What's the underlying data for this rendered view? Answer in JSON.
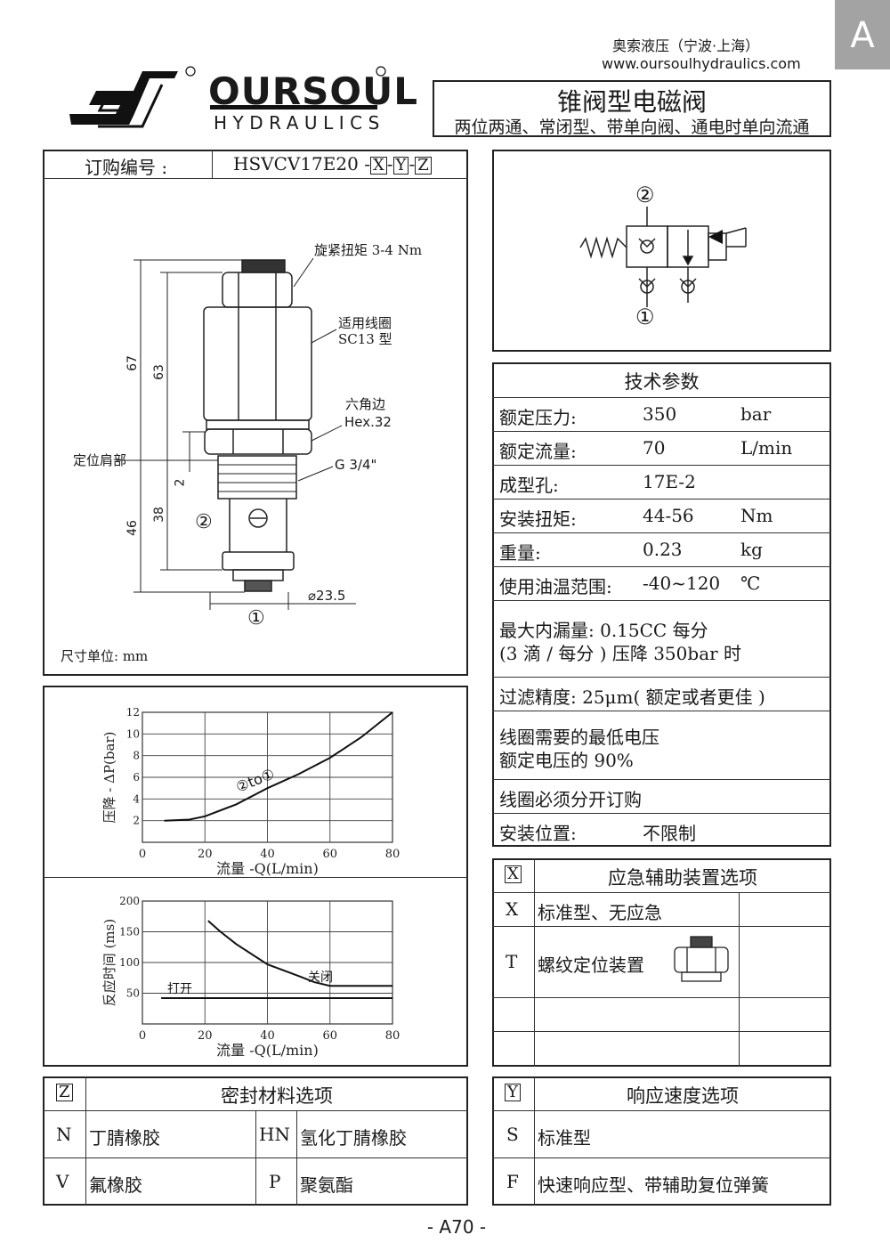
{
  "tab_letter": "A",
  "company": {
    "name_cn": "奥索液压（宁波·上海）",
    "website": "www.oursoulhydraulics.com",
    "brand": "OURSOUL",
    "brand_sub": "HYDRAULICS",
    "registered": "®"
  },
  "title": {
    "main": "锥阀型电磁阀",
    "sub": "两位两通、常闭型、带单向阀、通电时单向流通"
  },
  "order": {
    "label": "订购编号 :",
    "code": "HSVCV17E20 -",
    "x": "X",
    "y": "Y",
    "z": "Z",
    "dash": "-"
  },
  "drawing": {
    "torque": "旋紧扭矩 3-4 Nm",
    "coil1": "适用线圈",
    "coil2": "SC13 型",
    "hex1": "六角边",
    "hex2": "Hex.32",
    "shoulder": "定位肩部",
    "thread": "G 3/4\"",
    "dia": "23.5",
    "dim67": "67",
    "dim63": "63",
    "dim46": "46",
    "dim38": "38",
    "dim2": "2",
    "port2": "②",
    "port1": "①",
    "unit": "尺寸单位:  mm"
  },
  "symbol": {
    "port2": "②",
    "port1": "①"
  },
  "tech": {
    "title": "技术参数",
    "rows": [
      {
        "label": "额定压力:",
        "value": "350",
        "unit": "bar"
      },
      {
        "label": "额定流量:",
        "value": "70",
        "unit": "L/min"
      },
      {
        "label": "成型孔:",
        "value": "17E-2",
        "unit": ""
      },
      {
        "label": "安装扭矩:",
        "value": "44-56",
        "unit": "Nm"
      },
      {
        "label": "重量:",
        "value": "0.23",
        "unit": "kg"
      },
      {
        "label": "使用油温范围:",
        "value": "-40~120",
        "unit": "℃"
      }
    ],
    "leak1": "最大内漏量:  0.15CC 每分",
    "leak2": "(3 滴 / 每分 ) 压降 350bar 时",
    "filter": "过滤精度: 25μm( 额定或者更佳 )",
    "volt1": "线圈需要的最低电压",
    "volt2": "额定电压的 90%",
    "coil_order": "线圈必须分开订购",
    "pos_label": "安装位置:",
    "pos_value": "不限制"
  },
  "x_options": {
    "key": "X",
    "title": "应急辅助装置选项",
    "rows": [
      {
        "code": "X",
        "desc": "标准型、无应急"
      },
      {
        "code": "T",
        "desc": "螺纹定位装置"
      }
    ]
  },
  "z_options": {
    "key": "Z",
    "title": "密封材料选项",
    "rows": [
      {
        "c1": "N",
        "d1": "丁腈橡胶",
        "c2": "HN",
        "d2": "氢化丁腈橡胶"
      },
      {
        "c1": "V",
        "d1": "氟橡胶",
        "c2": "P",
        "d2": "聚氨酯"
      }
    ]
  },
  "y_options": {
    "key": "Y",
    "title": "响应速度选项",
    "rows": [
      {
        "code": "S",
        "desc": "标准型"
      },
      {
        "code": "F",
        "desc": "快速响应型、带辅助复位弹簧"
      }
    ]
  },
  "footer": "- A70 -",
  "chart_data": [
    {
      "type": "line",
      "title": "",
      "xlabel": "流量 -Q(L/min)",
      "ylabel": "压降 - ΔP(bar)",
      "xlim": [
        0,
        80
      ],
      "ylim": [
        0,
        12
      ],
      "xticks": [
        "0",
        "20",
        "40",
        "60",
        "80"
      ],
      "yticks": [
        "2",
        "4",
        "6",
        "8",
        "10",
        "12"
      ],
      "grid": true,
      "series": [
        {
          "name": "②to①",
          "x": [
            7,
            15,
            20,
            30,
            40,
            50,
            60,
            70,
            80
          ],
          "y": [
            2,
            2.1,
            2.4,
            3.5,
            5,
            6.3,
            7.8,
            9.7,
            12
          ]
        }
      ]
    },
    {
      "type": "line",
      "title": "",
      "xlabel": "流量 -Q(L/min)",
      "ylabel": "反应时间 (ms)",
      "xlim": [
        0,
        80
      ],
      "ylim": [
        0,
        200
      ],
      "xticks": [
        "0",
        "20",
        "40",
        "60",
        "80"
      ],
      "yticks": [
        "50",
        "100",
        "150",
        "200"
      ],
      "grid": true,
      "series": [
        {
          "name": "关闭",
          "x": [
            21,
            25,
            30,
            40,
            50,
            55,
            60,
            80
          ],
          "y": [
            168,
            150,
            130,
            97,
            78,
            68,
            62,
            62
          ]
        },
        {
          "name": "打开",
          "x": [
            6,
            80
          ],
          "y": [
            42,
            42
          ]
        }
      ]
    }
  ]
}
